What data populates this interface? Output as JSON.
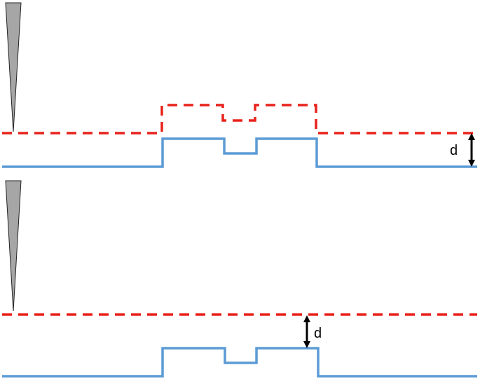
{
  "colors": {
    "surface": "#5b9bd5",
    "tip_trajectory": "#e8221b",
    "tip": "#a6a6a6",
    "arrow": "#000000",
    "text": "#000000"
  },
  "panels": [
    {
      "id": "top",
      "tip_path": "follows-topography",
      "distance_label": "d"
    },
    {
      "id": "bottom",
      "tip_path": "constant-height",
      "distance_label": "d"
    }
  ]
}
